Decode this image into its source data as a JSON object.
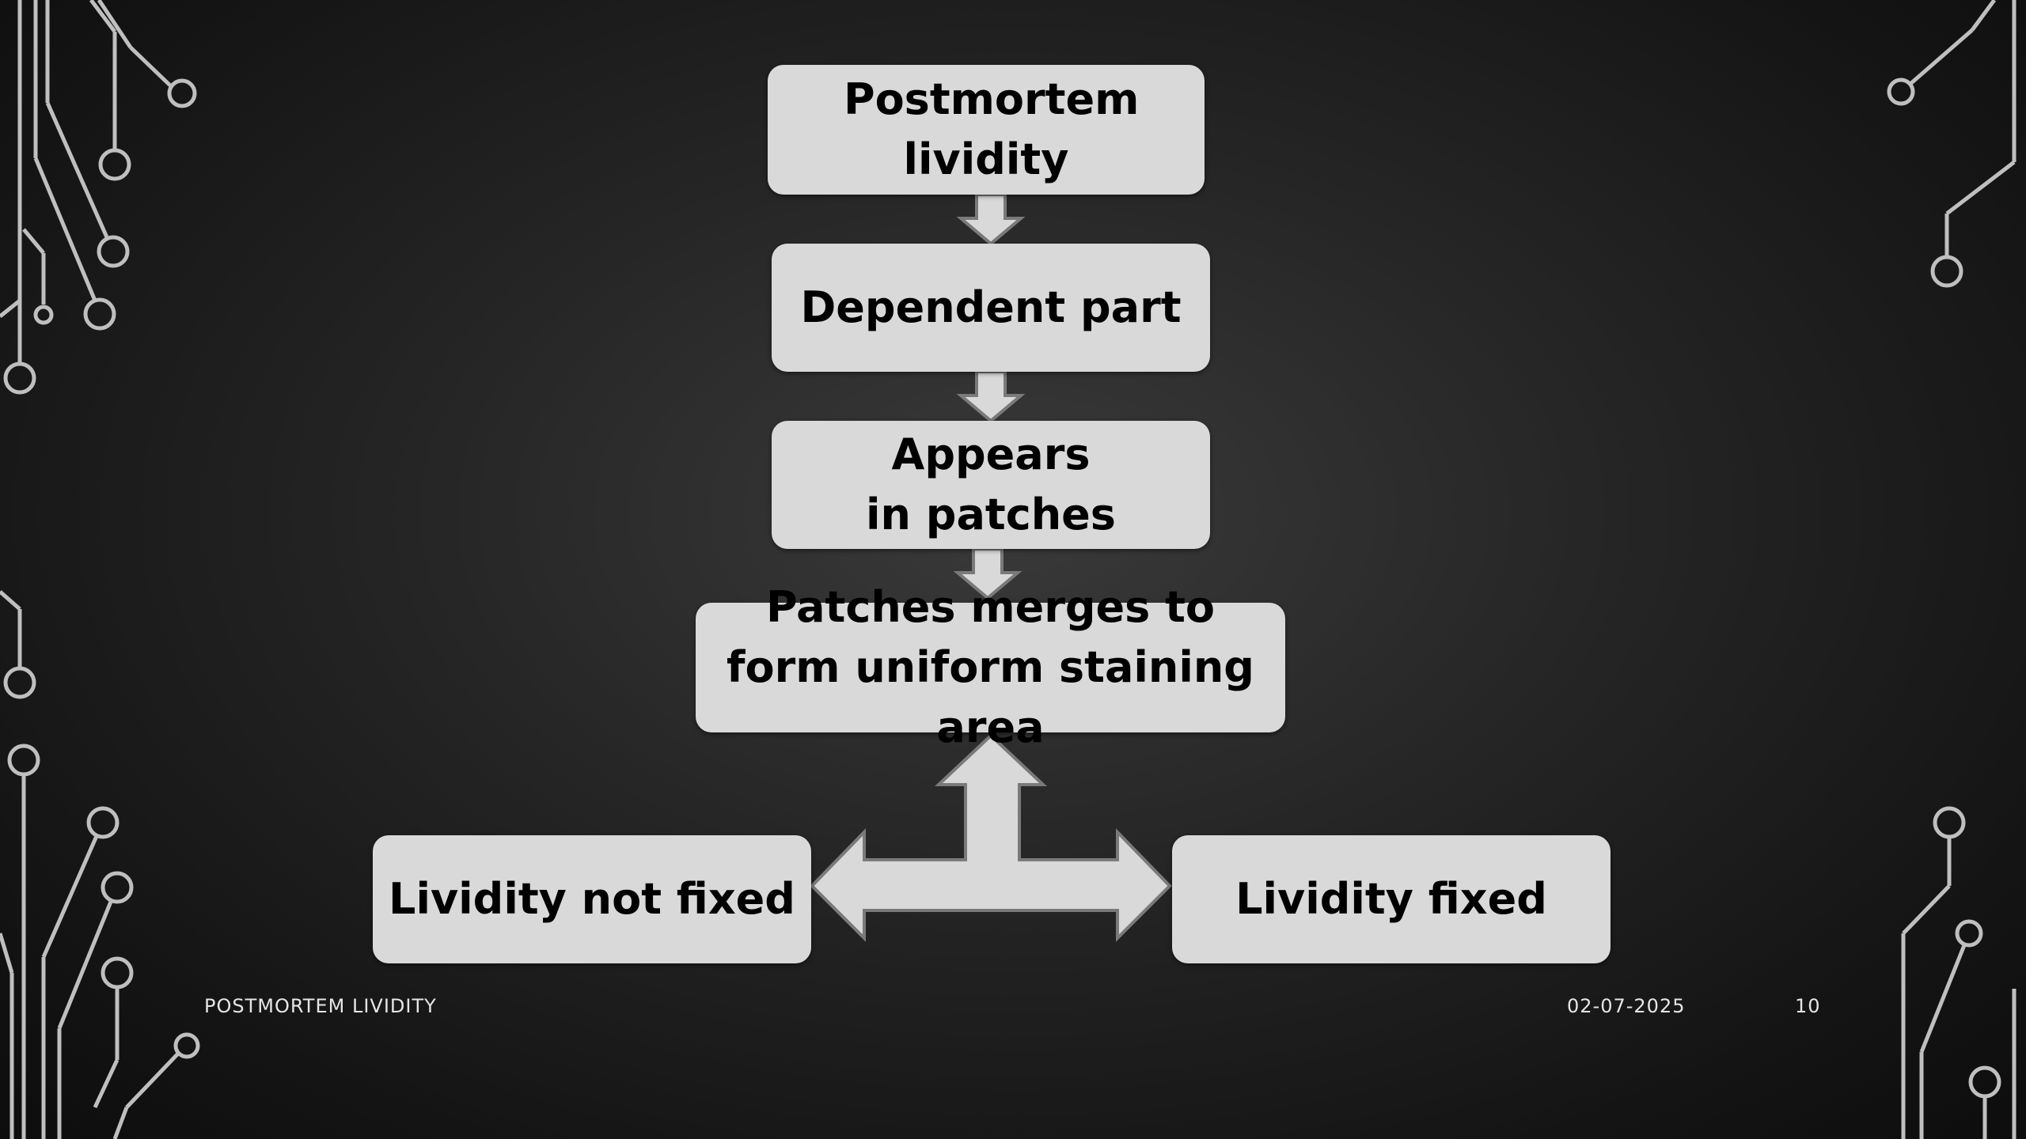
{
  "slide": {
    "boxes": {
      "livor": "Postmortem lividity",
      "dependent": "Dependent part",
      "patches": "Appears in patches",
      "merge": "Patches merges to  form uniform staining area",
      "not_fixed": "Lividity not fixed",
      "fixed": "Lividity fixed"
    },
    "footer": {
      "title": "POSTMORTEM LIVIDITY",
      "date": "02-07-2025",
      "page": "10"
    }
  },
  "colors": {
    "box_fill": "#d9d9d9",
    "arrow_fill": "#d9d9d9",
    "arrow_stroke": "#7a7a7a",
    "decor": "#bfbfbf"
  }
}
